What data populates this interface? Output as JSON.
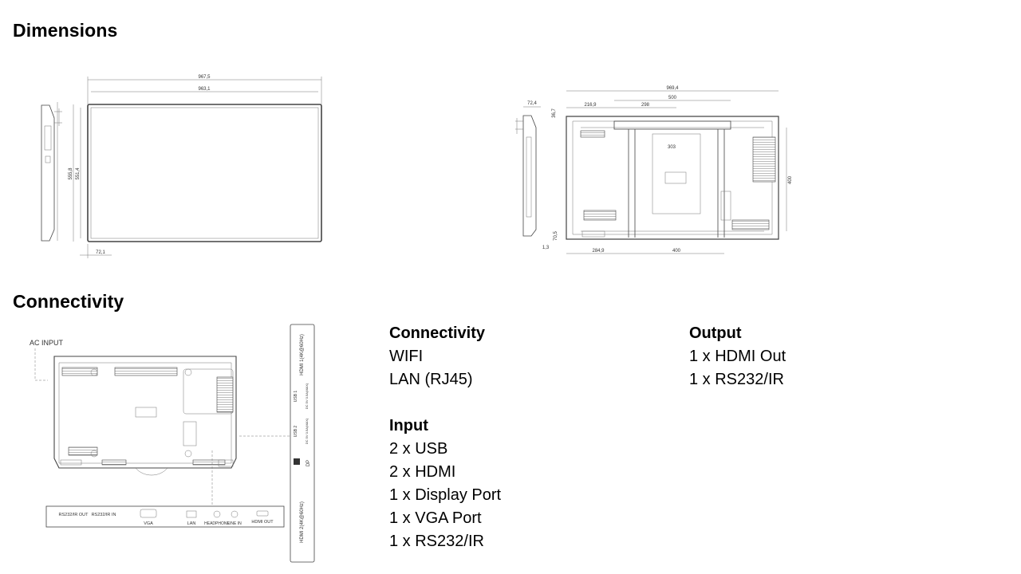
{
  "headings": {
    "dimensions": "Dimensions",
    "connectivity": "Connectivity"
  },
  "dims_front": {
    "width_outer": "967,5",
    "width_inner": "963,1",
    "height_outer": "555,8",
    "height_inner": "551,4",
    "depth": "72,1"
  },
  "dims_back": {
    "width_total": "969,4",
    "mount_w": "500",
    "off_left": "216,9",
    "off_mid": "298",
    "top_off": "36,7",
    "depth": "72,4",
    "inner_mount": "303",
    "side_h": "400",
    "bottom_off": "70,5",
    "bot_left": "284,9",
    "bot_mount": "400",
    "small_depth": "1,3"
  },
  "ports_diagram": {
    "ac_input": "AC INPUT",
    "rs232_out": "RS232/IR OUT",
    "rs232_in": "RS232/IR IN",
    "vga": "VGA",
    "lan": "LAN",
    "headphone": "HEADPHONE",
    "line_in": "LINE IN",
    "hdmi_out": "HDMI OUT",
    "hdmi1": "HDMI 1(4K@60Hz)",
    "usb1": "USB 1",
    "usb1_spec": "DC 5V 0.5A(MAX)",
    "usb2": "USB 2",
    "usb2_spec": "DC 5V 0.5A(MAX)",
    "dp": "DP",
    "hdmi2": "HDMI 2(4K@60Hz)"
  },
  "spec": {
    "connectivity": {
      "title": "Connectivity",
      "items": [
        "WIFI",
        "LAN (RJ45)"
      ]
    },
    "input": {
      "title": "Input",
      "items": [
        "2 x USB",
        "2 x HDMI",
        "1 x Display Port",
        "1 x VGA Port",
        "1 x RS232/IR"
      ]
    },
    "output": {
      "title": "Output",
      "items": [
        "1 x HDMI Out",
        "1 x RS232/IR"
      ]
    }
  }
}
